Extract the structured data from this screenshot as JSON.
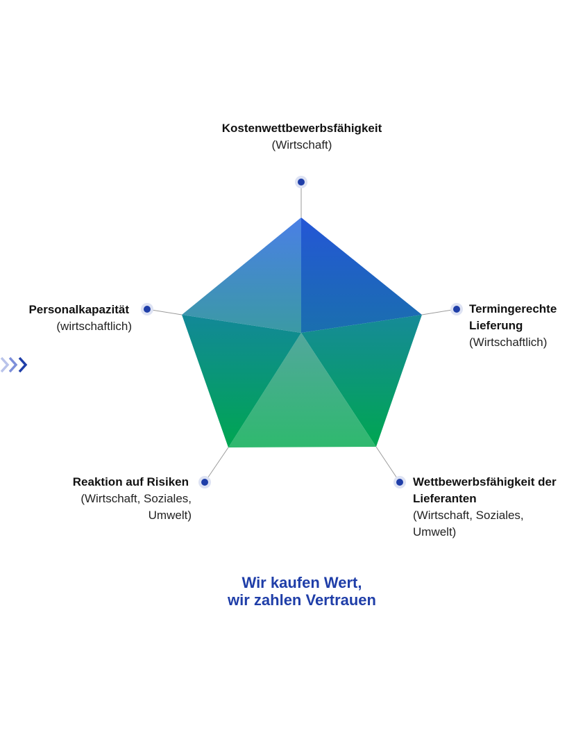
{
  "colors": {
    "accent": "#1f3ea8",
    "dot": "#1f3ea8",
    "dot_halo": "#dde2f3",
    "leader_line": "#9a9a9a",
    "top_slice": "#2456d6",
    "green": "#00a651",
    "teal": "#11838f"
  },
  "axes": [
    {
      "title": "Kostenwettbewerbsfähigkeit",
      "subtitle": "(Wirtschaft)"
    },
    {
      "title": "Termingerechte Lieferung",
      "subtitle": "(Wirtschaftlich)"
    },
    {
      "title": "Wettbewerbsfähigkeit der Lieferanten",
      "subtitle": "(Wirtschaft, Soziales, Umwelt)"
    },
    {
      "title": "Reaktion auf Risiken",
      "subtitle": "(Wirtschaft, Soziales, Umwelt)"
    },
    {
      "title": "Personalkapazität",
      "subtitle": "(wirtschaftlich)"
    }
  ],
  "tagline": {
    "line1": "Wir kaufen Wert,",
    "line2": "wir zahlen Vertrauen"
  },
  "icons": {
    "scroll_indicator": "triple-chevron-right-icon"
  }
}
